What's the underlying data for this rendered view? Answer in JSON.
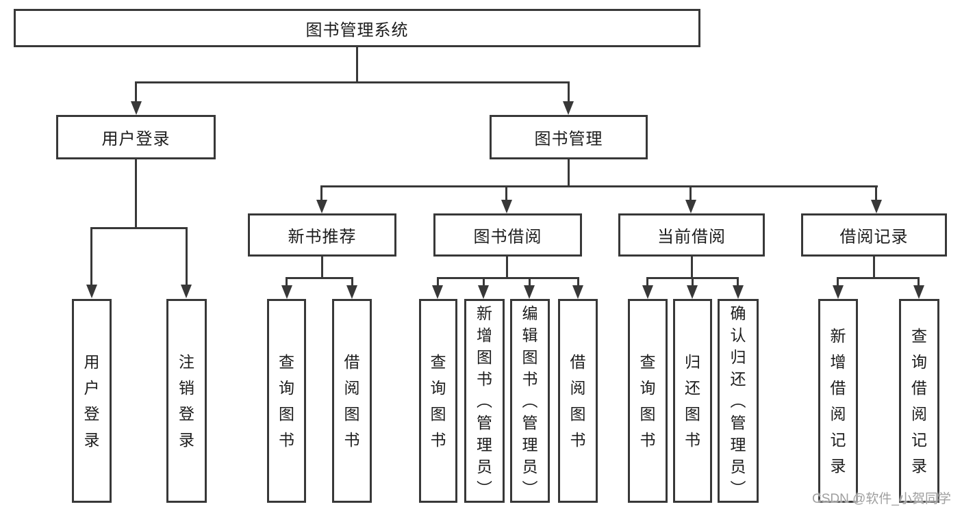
{
  "tree": {
    "root": {
      "label": "图书管理系统"
    },
    "user_login": {
      "label": "用户登录",
      "leaves": [
        {
          "label": "用户登录"
        },
        {
          "label": "注销登录"
        }
      ]
    },
    "book_mgmt": {
      "label": "图书管理",
      "sections": [
        {
          "label": "新书推荐",
          "leaves": [
            {
              "label": "查询图书"
            },
            {
              "label": "借阅图书"
            }
          ]
        },
        {
          "label": "图书借阅",
          "leaves": [
            {
              "label": "查询图书"
            },
            {
              "label": "新增图书（管理员）"
            },
            {
              "label": "编辑图书（管理员）"
            },
            {
              "label": "借阅图书"
            }
          ]
        },
        {
          "label": "当前借阅",
          "leaves": [
            {
              "label": "查询图书"
            },
            {
              "label": "归还图书"
            },
            {
              "label": "确认归还（管理员）"
            }
          ]
        },
        {
          "label": "借阅记录",
          "leaves": [
            {
              "label": "新增借阅记录"
            },
            {
              "label": "查询借阅记录"
            }
          ]
        }
      ]
    }
  },
  "watermark": {
    "text": "CSDN @软件_小贺同学"
  },
  "colors": {
    "line": "#383838",
    "box_border": "#383838",
    "text": "#1c1c1c",
    "watermark": "#9f9f9f",
    "background": "#ffffff"
  }
}
